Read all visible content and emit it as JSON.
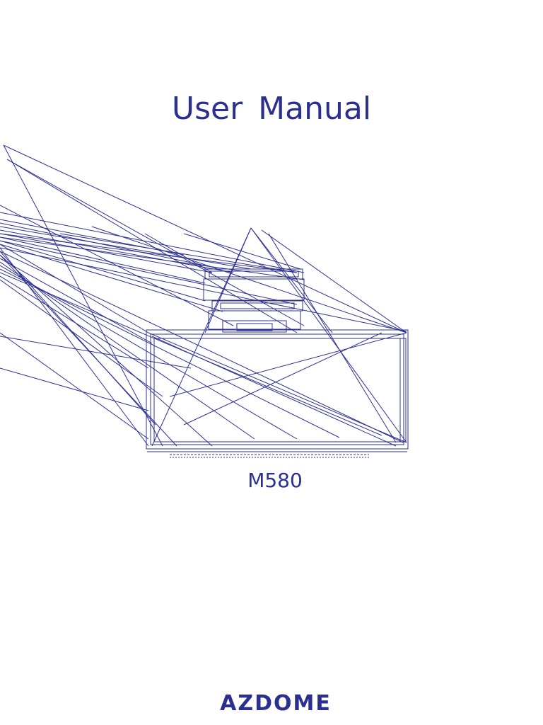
{
  "document": {
    "title": "User Manual",
    "model": "M580",
    "brand": "AZDOME"
  },
  "colors": {
    "ink": "#2b2f8f",
    "line": "#2e3192",
    "background": "#ffffff"
  },
  "illustration": {
    "subject": "dash-camera-wireframe",
    "icon": "dashcam-line-drawing"
  }
}
